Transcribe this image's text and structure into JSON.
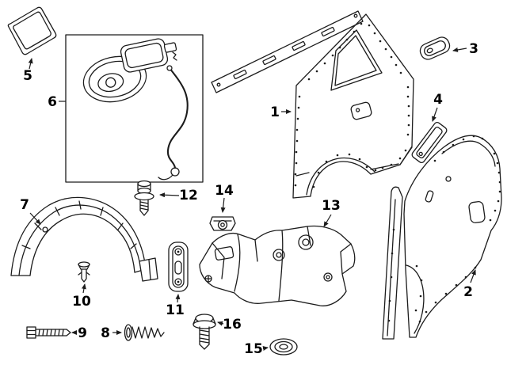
{
  "canvas": {
    "background": "#ffffff",
    "line_color": "#1c1c1c",
    "label_color": "#000000"
  },
  "labels": {
    "1": "1",
    "2": "2",
    "3": "3",
    "4": "4",
    "5": "5",
    "6": "6",
    "7": "7",
    "8": "8",
    "9": "9",
    "10": "10",
    "11": "11",
    "12": "12",
    "13": "13",
    "14": "14",
    "15": "15",
    "16": "16"
  }
}
